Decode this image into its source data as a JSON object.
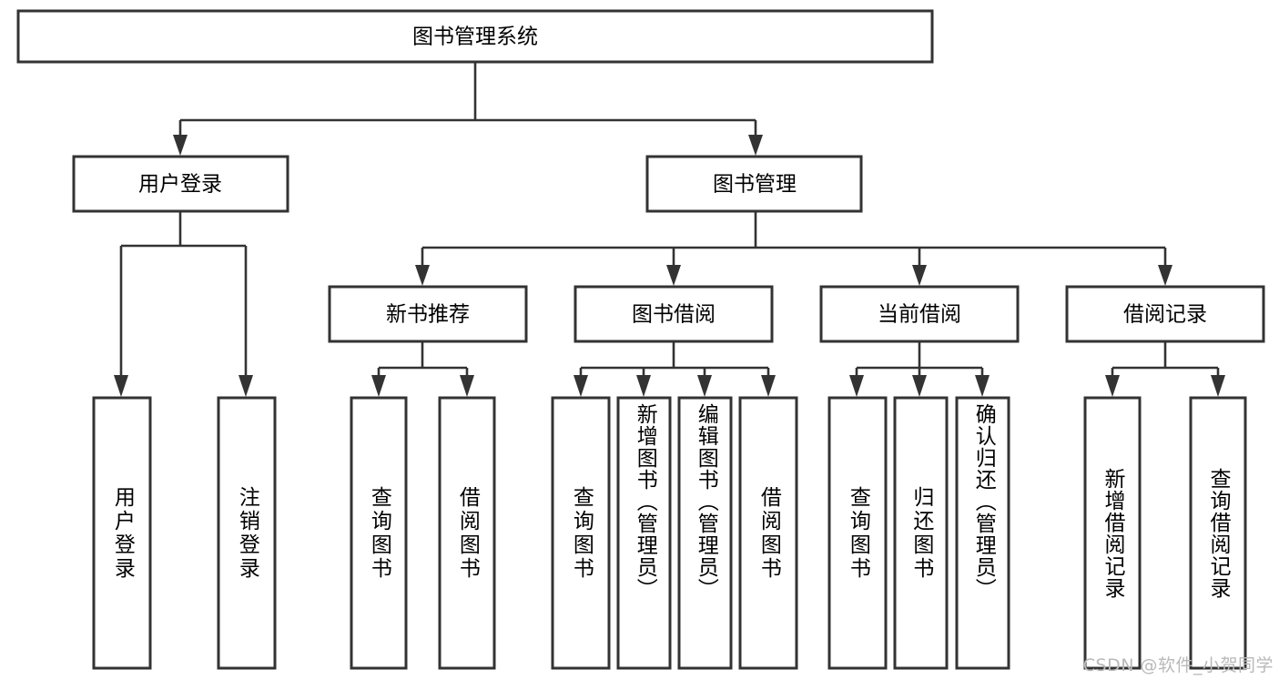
{
  "diagram": {
    "type": "tree-hierarchy",
    "title": "图书管理系统",
    "watermark": "CSDN @软件_小贺同学",
    "colors": {
      "stroke": "#333333",
      "fill": "#ffffff",
      "text": "#000000",
      "watermark": "#b9b9b9"
    },
    "levels": [
      {
        "level": 0,
        "nodes": [
          {
            "id": "root",
            "label": "图书管理系统",
            "orientation": "horizontal"
          }
        ]
      },
      {
        "level": 1,
        "nodes": [
          {
            "id": "user-login",
            "label": "用户登录",
            "orientation": "horizontal",
            "parent": "root"
          },
          {
            "id": "book-manage",
            "label": "图书管理",
            "orientation": "horizontal",
            "parent": "root"
          }
        ]
      },
      {
        "level": 2,
        "nodes": [
          {
            "id": "new-book-rec",
            "label": "新书推荐",
            "orientation": "horizontal",
            "parent": "book-manage"
          },
          {
            "id": "book-borrow",
            "label": "图书借阅",
            "orientation": "horizontal",
            "parent": "book-manage"
          },
          {
            "id": "current-borrow",
            "label": "当前借阅",
            "orientation": "horizontal",
            "parent": "book-manage"
          },
          {
            "id": "borrow-record",
            "label": "借阅记录",
            "orientation": "horizontal",
            "parent": "book-manage"
          }
        ]
      },
      {
        "level": 3,
        "nodes": [
          {
            "id": "leaf-user-login",
            "label": "用户登录",
            "orientation": "vertical",
            "parent": "user-login"
          },
          {
            "id": "leaf-user-logout",
            "label": "注销登录",
            "orientation": "vertical",
            "parent": "user-login"
          },
          {
            "id": "leaf-rec-query-book",
            "label": "查询图书",
            "orientation": "vertical",
            "parent": "new-book-rec"
          },
          {
            "id": "leaf-rec-borrow-book",
            "label": "借阅图书",
            "orientation": "vertical",
            "parent": "new-book-rec"
          },
          {
            "id": "leaf-borrow-query-book",
            "label": "查询图书",
            "orientation": "vertical",
            "parent": "book-borrow"
          },
          {
            "id": "leaf-borrow-add-book",
            "label": "新增图书（管理员）",
            "orientation": "vertical",
            "parent": "book-borrow"
          },
          {
            "id": "leaf-borrow-edit-book",
            "label": "编辑图书（管理员）",
            "orientation": "vertical",
            "parent": "book-borrow"
          },
          {
            "id": "leaf-borrow-borrow-book",
            "label": "借阅图书",
            "orientation": "vertical",
            "parent": "book-borrow"
          },
          {
            "id": "leaf-current-query-book",
            "label": "查询图书",
            "orientation": "vertical",
            "parent": "current-borrow"
          },
          {
            "id": "leaf-current-return-book",
            "label": "归还图书",
            "orientation": "vertical",
            "parent": "current-borrow"
          },
          {
            "id": "leaf-current-confirm-return",
            "label": "确认归还（管理员）",
            "orientation": "vertical",
            "parent": "current-borrow"
          },
          {
            "id": "leaf-record-add",
            "label": "新增借阅记录",
            "orientation": "vertical",
            "parent": "borrow-record"
          },
          {
            "id": "leaf-record-query",
            "label": "查询借阅记录",
            "orientation": "vertical",
            "parent": "borrow-record"
          }
        ]
      }
    ]
  }
}
